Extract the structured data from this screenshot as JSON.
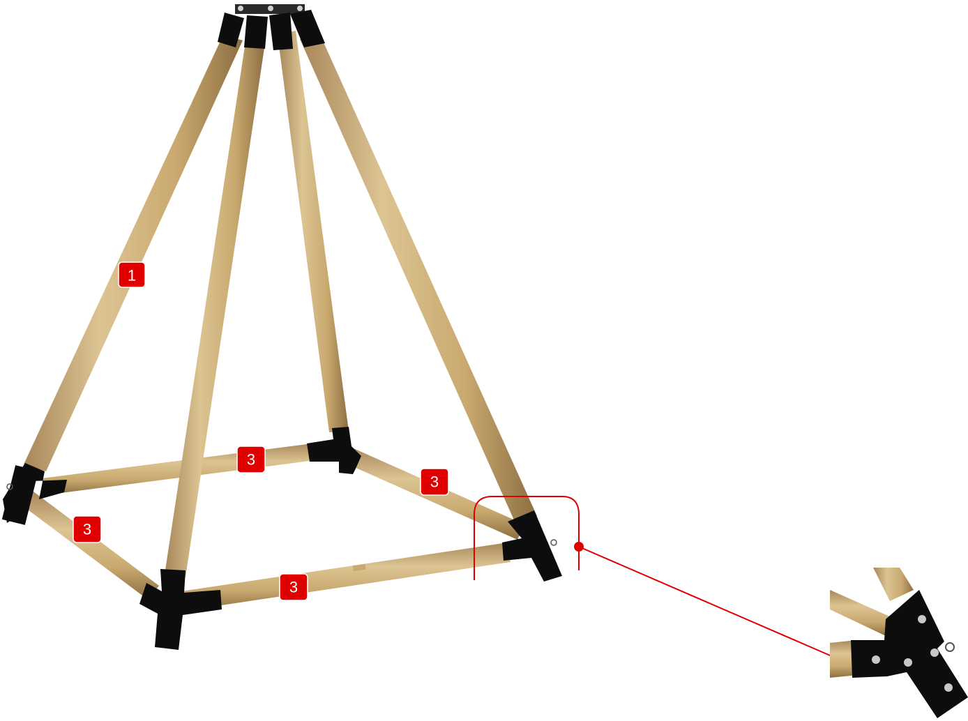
{
  "diagram": {
    "colors": {
      "wood_light": "#d9c08e",
      "wood_mid": "#c4a46c",
      "wood_dark": "#9c7c4a",
      "connector": "#0d0d0d",
      "callout": "#e00000",
      "badge_fill": "#e00000",
      "badge_text": "#ffffff",
      "bolt": "#c8c8c8"
    },
    "labels": {
      "leg_label": "1",
      "front_left_rail_label": "3",
      "back_rail_label": "3",
      "right_rail_label": "3",
      "front_rail_label": "3"
    },
    "parts": {
      "legs": "wooden-leg",
      "rails": "wooden-rail",
      "connectors": "black-corner-connector",
      "top_hub": "top-hub-bracket",
      "detail": "corner-detail-zoom"
    }
  }
}
